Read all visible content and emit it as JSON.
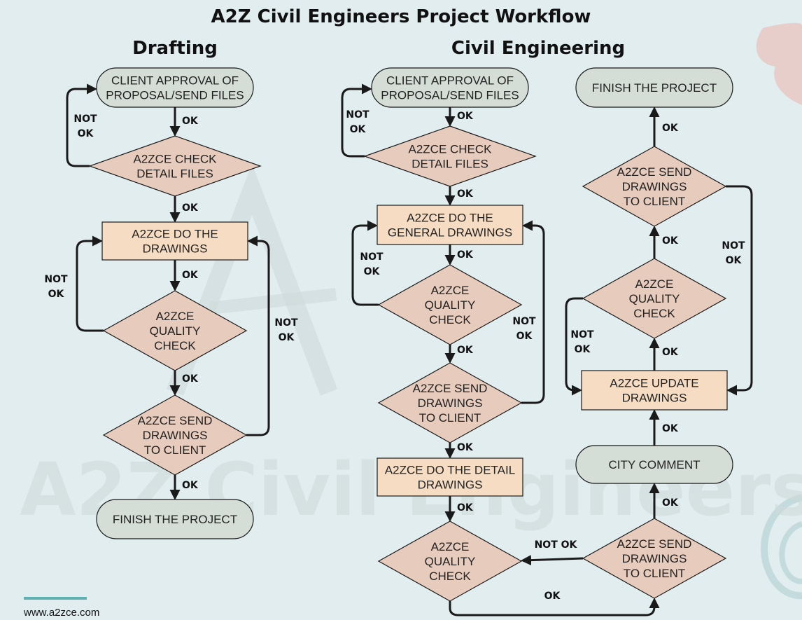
{
  "page_title": "A2Z Civil Engineers Project Workflow",
  "watermark": "A2Z Civil Engineers",
  "footer_url": "www.a2zce.com",
  "colors": {
    "background": "#e1edef",
    "process_fill": "#f6dcc2",
    "decision_fill": "#e7cbbd",
    "terminal_fill": "#d4ddd6",
    "stroke": "#1a1a1a",
    "accent_line": "#5fb1b1"
  },
  "drafting": {
    "heading": "Drafting",
    "client_approval": [
      "CLIENT APPROVAL OF",
      "PROPOSAL/SEND FILES"
    ],
    "check_files": [
      "A2ZCE CHECK",
      "DETAIL FILES"
    ],
    "do_drawings": [
      "A2ZCE DO THE",
      "DRAWINGS"
    ],
    "quality_check": [
      "A2ZCE",
      "QUALITY",
      "CHECK"
    ],
    "send_drawings": [
      "A2ZCE SEND",
      "DRAWINGS",
      "TO CLIENT"
    ],
    "finish": [
      "FINISH THE PROJECT"
    ]
  },
  "civil": {
    "heading": "Civil Engineering",
    "client_approval": [
      "CLIENT APPROVAL OF",
      "PROPOSAL/SEND FILES"
    ],
    "check_files": [
      "A2ZCE CHECK",
      "DETAIL FILES"
    ],
    "general_drawings": [
      "A2ZCE DO THE",
      "GENERAL DRAWINGS"
    ],
    "quality_check_1": [
      "A2ZCE",
      "QUALITY",
      "CHECK"
    ],
    "send_drawings_1": [
      "A2ZCE SEND",
      "DRAWINGS",
      "TO CLIENT"
    ],
    "detail_drawings": [
      "A2ZCE DO THE DETAIL",
      "DRAWINGS"
    ],
    "quality_check_2": [
      "A2ZCE",
      "QUALITY",
      "CHECK"
    ],
    "send_drawings_2": [
      "A2ZCE SEND",
      "DRAWINGS",
      "TO CLIENT"
    ],
    "city_comment": [
      "CITY COMMENT"
    ],
    "update_drawings": [
      "A2ZCE UPDATE",
      "DRAWINGS"
    ],
    "quality_check_3": [
      "A2ZCE",
      "QUALITY",
      "CHECK"
    ],
    "send_drawings_3": [
      "A2ZCE SEND",
      "DRAWINGS",
      "TO CLIENT"
    ],
    "finish": [
      "FINISH THE PROJECT"
    ]
  },
  "labels": {
    "ok": "OK",
    "not": "NOT",
    "not_ok": "NOT OK"
  }
}
